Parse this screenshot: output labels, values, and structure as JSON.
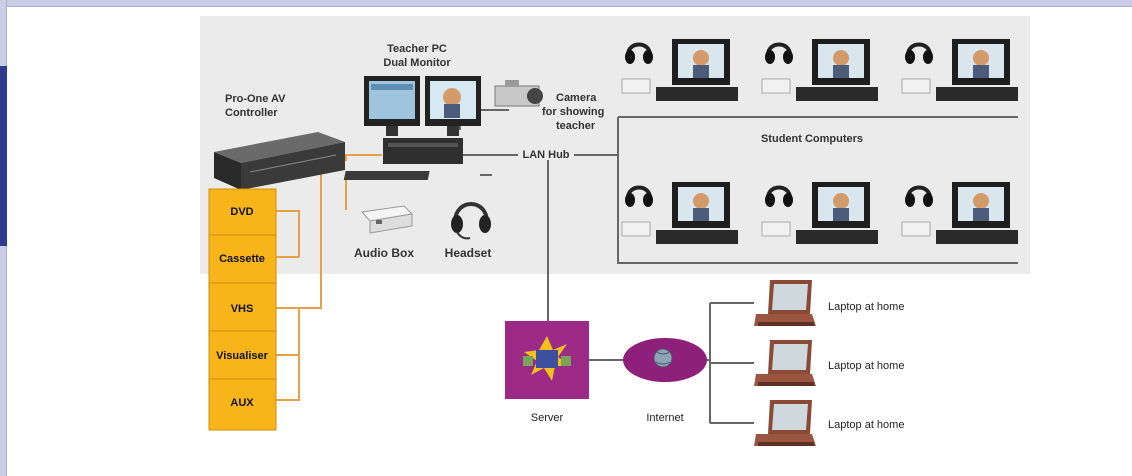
{
  "labels": {
    "controller": [
      "Pro-One AV",
      "Controller"
    ],
    "teacher_pc": [
      "Teacher PC",
      "Dual Monitor"
    ],
    "camera": [
      "Camera",
      "for showing",
      "teacher"
    ],
    "student_computers": "Student Computers",
    "lan_hub": "LAN Hub",
    "audio_box": "Audio Box",
    "headset": "Headset",
    "server": "Server",
    "internet": "Internet",
    "laptops": [
      "Laptop at home",
      "Laptop at home",
      "Laptop at home"
    ]
  },
  "sources": [
    "DVD",
    "Cassette",
    "VHS",
    "Visualiser",
    "AUX"
  ],
  "colors": {
    "source_box": "#f7b51a",
    "av_link": "#e3a24a",
    "network_link": "#666666",
    "server_bg": "#9c2a86",
    "internet_bg": "#8e1f7a",
    "laptop_body": "#8a4a36"
  }
}
